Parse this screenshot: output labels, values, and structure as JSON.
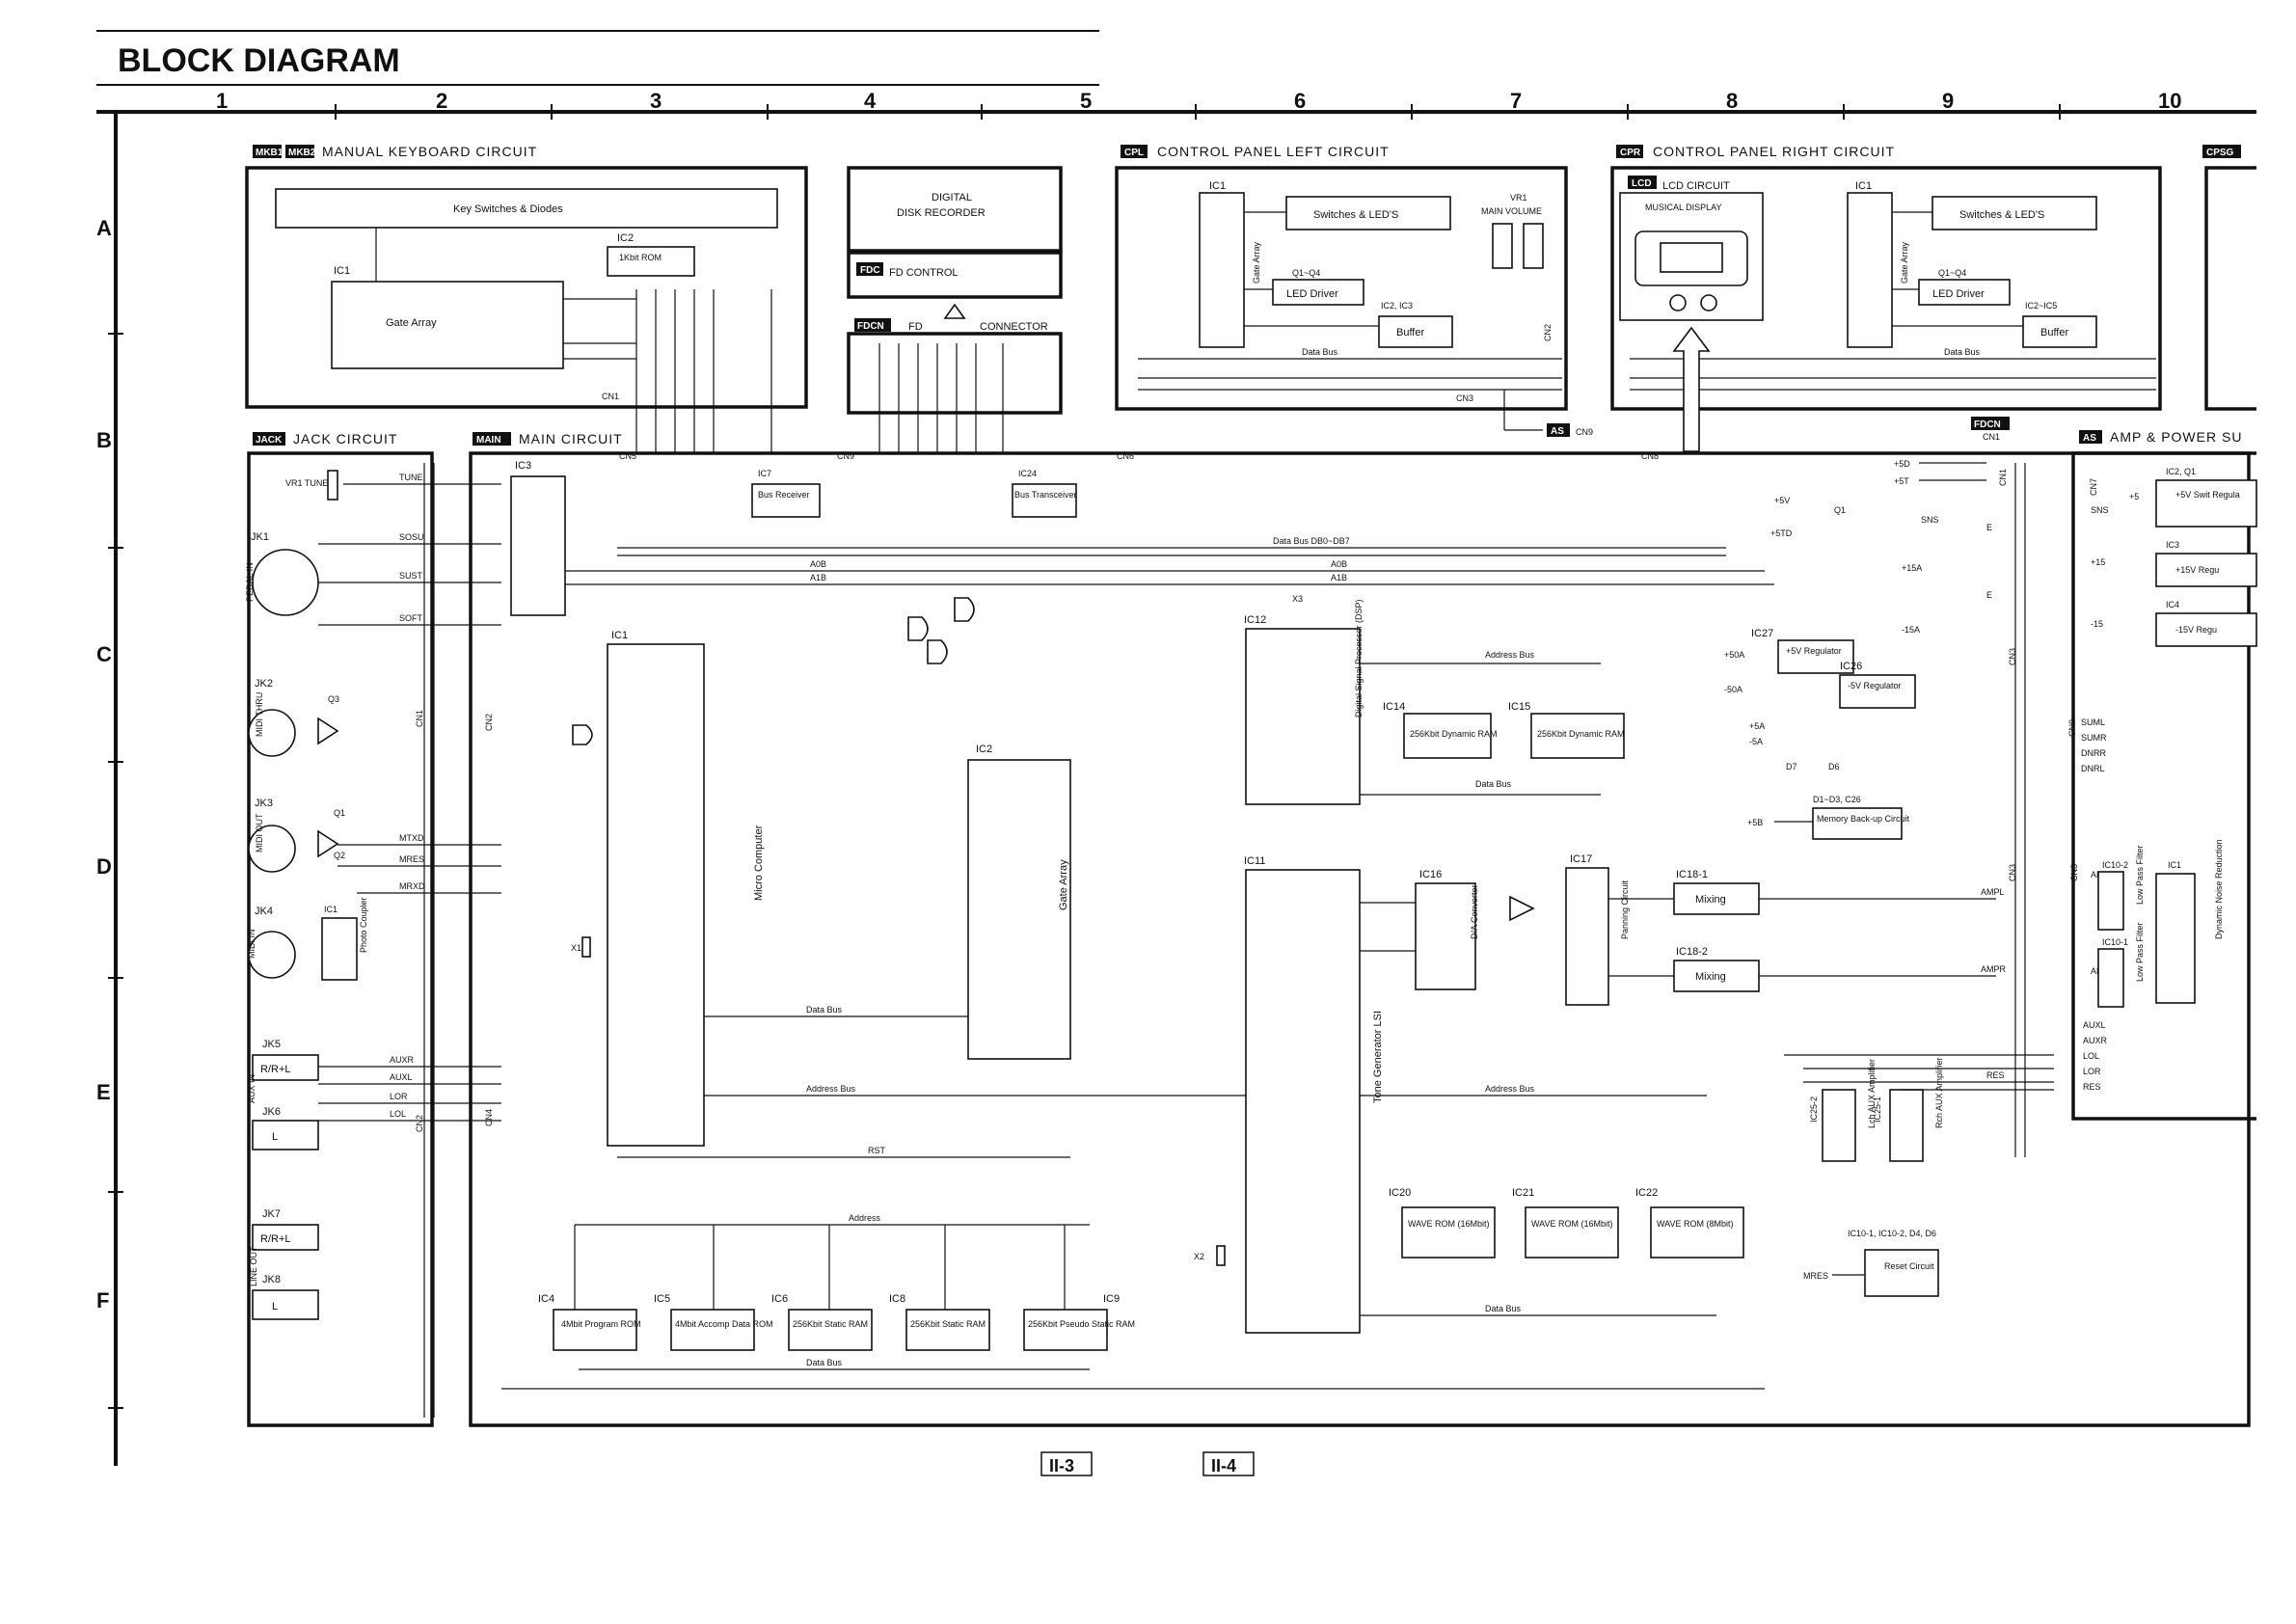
{
  "title": "BLOCK DIAGRAM",
  "columns": [
    "1",
    "2",
    "3",
    "4",
    "5",
    "6",
    "7",
    "8",
    "9",
    "10"
  ],
  "rows": [
    "A",
    "B",
    "C",
    "D",
    "E",
    "F"
  ],
  "page_labels": [
    "II-3",
    "II-4"
  ],
  "sections": {
    "mkb": {
      "tags": [
        "MKB1",
        "MKB2"
      ],
      "label": "MANUAL KEYBOARD CIRCUIT"
    },
    "jack": {
      "tag": "JACK",
      "label": "JACK CIRCUIT"
    },
    "main": {
      "tag": "MAIN",
      "label": "MAIN CIRCUIT"
    },
    "cpl": {
      "tag": "CPL",
      "label": "CONTROL PANEL LEFT CIRCUIT"
    },
    "cpr": {
      "tag": "CPR",
      "label": "CONTROL PANEL RIGHT CIRCUIT"
    },
    "cpsg": {
      "tag": "CPSG"
    },
    "lcd": {
      "tag": "LCD",
      "label": "LCD CIRCUIT"
    },
    "fdc": {
      "tag": "FDC",
      "label": "FD CONTROL"
    },
    "fdcn": {
      "tag": "FDCN",
      "label": "FD",
      "connector": "CONNECTOR"
    },
    "as": {
      "tag": "AS",
      "label": "AMP & POWER SU"
    },
    "as_cn9": {
      "tag": "AS",
      "label": "CN9"
    },
    "fdcn_cn1": {
      "tag": "FDCN",
      "label": "CN1"
    }
  },
  "blocks": {
    "key_switches": "Key Switches & Diodes",
    "ic1_mkb": "IC1",
    "gate_array_mkb": "Gate Array",
    "ic2_mkb": "IC2",
    "rom_1k": "1Kbit ROM",
    "ddr_line1": "DIGITAL",
    "ddr_line2": "DISK RECORDER",
    "cpl_switches": "Switches & LED'S",
    "cpl_led_driver": "LED Driver",
    "cpl_buffer": "Buffer",
    "cpl_gate": "Gate Array",
    "cpl_ic1": "IC1",
    "cpl_q": "Q1~Q4",
    "cpl_ic23": "IC2, IC3",
    "vr1": "VR1",
    "main_volume": "MAIN VOLUME",
    "musical_display": "MUSICAL DISPLAY",
    "cpr_switches": "Switches & LED'S",
    "cpr_led_driver": "LED Driver",
    "cpr_buffer": "Buffer",
    "cpr_gate": "Gate Array",
    "cpr_ic1": "IC1",
    "cpr_q": "Q1~Q4",
    "cpr_ic25": "IC2~IC5",
    "vr1_tune": "VR1 TUNE",
    "jk1": "JK1",
    "jk2": "JK2",
    "jk3": "JK3",
    "jk4": "JK4",
    "jk5": "JK5",
    "jk6": "JK6",
    "jk7": "JK7",
    "jk8": "JK8",
    "pedal_in": "PEDAL IN",
    "midi_thru": "MIDI THRU",
    "midi_out": "MIDI OUT",
    "midi_in": "MIDI IN",
    "aux_in": "AUX IN",
    "line_out": "LINE OUT",
    "rrl": "R/R+L",
    "l": "L",
    "photo_coupler": "Photo Coupler",
    "q3": "Q3",
    "q1": "Q1",
    "q2": "Q2",
    "ic1_jack": "IC1",
    "ic3_main": "IC3",
    "ic1_main": "IC1",
    "micro_computer": "Micro Computer",
    "ic7": "IC7",
    "bus_receiver": "Bus Receiver",
    "ic24": "IC24",
    "bus_transceiver": "Bus Transceiver",
    "ic2_main": "IC2",
    "gate_array_main": "Gate Array",
    "ic12": "IC12",
    "dsp": "Digital Signal Processor (DSP)",
    "ic14": "IC14",
    "ic15": "IC15",
    "dram": "256Kbit Dynamic RAM",
    "ic11": "IC11",
    "tone_lsi": "Tone Generator LSI",
    "ic16": "IC16",
    "da": "D/A Converter",
    "ic17": "IC17",
    "panning": "Panning Circuit",
    "ic18_1": "IC18-1",
    "ic18_2": "IC18-2",
    "mixing": "Mixing",
    "ic20": "IC20",
    "ic21": "IC21",
    "ic22": "IC22",
    "wave_rom_16": "WAVE ROM (16Mbit)",
    "wave_rom_8": "WAVE ROM (8Mbit)",
    "ic4": "IC4",
    "prog_rom": "4Mbit Program ROM",
    "ic5": "IC5",
    "accomp_rom": "4Mbit Accomp Data ROM",
    "ic6": "IC6",
    "ic8": "IC8",
    "sram": "256Kbit Static RAM",
    "ic9": "IC9",
    "psram": "256Kbit Pseudo Static RAM",
    "ic27": "IC27",
    "reg_5v": "+5V Regulator",
    "ic26": "IC26",
    "reg_m5v": "-5V Regulator",
    "memory_backup": "Memory Back-up Circuit",
    "d1d3": "D1~D3, C26",
    "ic25_2": "IC25-2",
    "lch_aux": "Lch AUX Amplifier",
    "ic25_1": "IC25-1",
    "rch_aux": "Rch AUX Amplifier",
    "reset_circuit": "Reset Circuit",
    "ic10_set": "IC10-1, IC10-2, D4, D6",
    "as_ic2q1": "IC2, Q1",
    "as_5v": "+5V Swit Regula",
    "as_ic3": "IC3",
    "as_15v": "+15V Regu",
    "as_ic4": "IC4",
    "as_m15v": "-15V Regu",
    "as_ic10_2": "IC10-2",
    "as_ic10_1": "IC10-1",
    "as_ic1": "IC1",
    "low_pass": "Low Pass Filter",
    "noise_red": "Dynamic Noise Reduction",
    "x3": "X3",
    "x1": "X1",
    "x2": "X2"
  },
  "labels": {
    "data_bus": "Data Bus",
    "address_bus": "Address Bus",
    "address": "Address",
    "data_bus_db": "Data Bus DB0~DB7",
    "a0b": "A0B",
    "a1b": "A1B",
    "cn1": "CN1",
    "cn2": "CN2",
    "cn3": "CN3",
    "cn4": "CN4",
    "cn5": "CN5",
    "cn6": "CN6",
    "cn7": "CN7",
    "cn8": "CN8",
    "cn9": "CN9",
    "tune": "TUNE",
    "sosu": "SOSU",
    "sust": "SUST",
    "soft": "SOFT",
    "mtxd": "MTXD",
    "mres": "MRES",
    "mrxd": "MRXD",
    "auxr": "AUXR",
    "auxl": "AUXL",
    "lor": "LOR",
    "lol": "LOL",
    "ampl": "AMPL",
    "ampr": "AMPR",
    "res": "RES",
    "sumr": "SUMR",
    "suml": "SUML",
    "dnrr": "DNRR",
    "dnrl": "DNRL",
    "plus5d": "+5D",
    "plus5t": "+5T",
    "plus5v": "+5V",
    "plus5td": "+5TD",
    "plus15a": "+15A",
    "minus15a": "-15A",
    "plus50a": "+50A",
    "minus50a": "-50A",
    "plus5a": "+5A",
    "minus5a": "-5A",
    "plus5b": "+5B",
    "sns": "SNS",
    "plus5": "+5",
    "plus15": "+15",
    "minus15": "-15",
    "e": "E",
    "d7": "D7",
    "d6": "D6",
    "rst": "RST",
    "mres2": "MRES"
  }
}
